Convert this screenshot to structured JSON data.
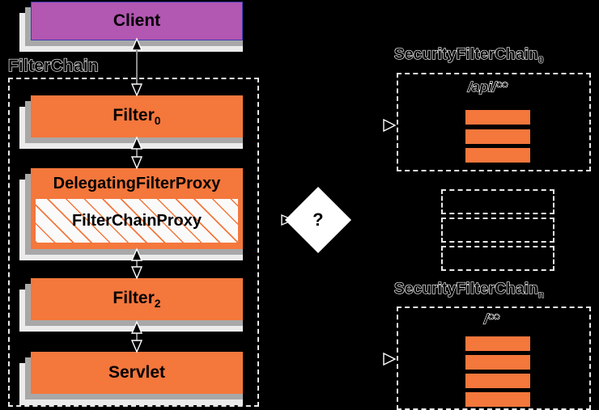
{
  "diagram": {
    "title": "Spring Security FilterChain / SecurityFilterChain",
    "background_color": "#000000",
    "accent_orange": "#f4773c",
    "accent_purple": "#b257b2",
    "outline_text_color": "#ffffff"
  },
  "left": {
    "client": {
      "label": "Client"
    },
    "container_label": "FilterChain",
    "boxes": [
      {
        "label": "Filter",
        "subscript": "0"
      },
      {
        "label": "DelegatingFilterProxy",
        "inner_label": "FilterChainProxy"
      },
      {
        "label": "Filter",
        "subscript": "2"
      },
      {
        "label": "Servlet"
      }
    ]
  },
  "middle": {
    "decision": {
      "label": "?"
    }
  },
  "right": {
    "chains": [
      {
        "title": "SecurityFilterChain",
        "subscript": "0",
        "pattern": "/api/**",
        "filter_count": 3
      },
      {
        "title": "SecurityFilterChain",
        "subscript": "n",
        "pattern": "/**",
        "filter_count": 4
      }
    ],
    "ellipsis_placeholders": 3
  }
}
